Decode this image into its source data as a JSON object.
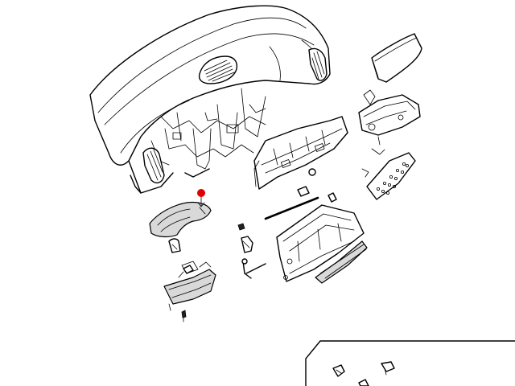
{
  "colors": {
    "background": "#ffffff",
    "line": "#000000",
    "shade": "#d9d9d9",
    "callout_marker": "#e00000"
  },
  "parts": [
    "dashboard-panel",
    "center-air-vent",
    "side-air-vent-left",
    "side-air-vent-right",
    "instrument-panel-frame",
    "glove-box-housing",
    "glove-box-bin",
    "glove-box-door-cover",
    "side-bracket",
    "perforated-bracket",
    "steering-column-shroud-upper",
    "steering-column-shroud-lower",
    "seal-strip",
    "fasteners",
    "inset-detail"
  ],
  "callout": {
    "marker": "red-dot",
    "target": "steering-column-shroud-upper"
  }
}
